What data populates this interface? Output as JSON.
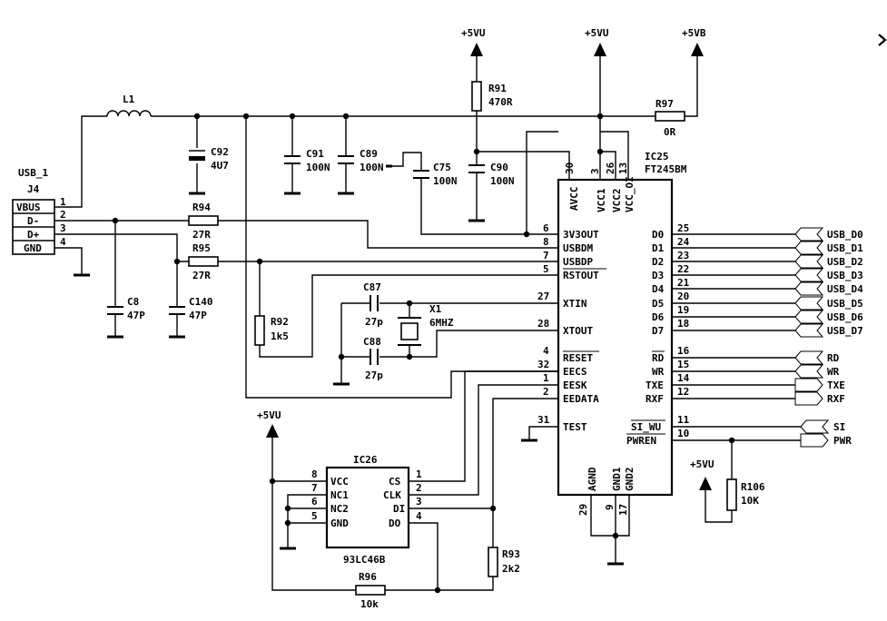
{
  "power": {
    "p5vu_a": "+5VU",
    "p5vu_b": "+5VU",
    "p5vb": "+5VB",
    "p5vu_ic26": "+5VU",
    "p5vu_r106": "+5VU"
  },
  "conn": {
    "name": "USB_1",
    "ref": "J4",
    "pins": [
      "VBUS",
      "D-",
      "D+",
      "GND"
    ],
    "nums": [
      "1",
      "2",
      "3",
      "4"
    ]
  },
  "L1": {
    "ref": "L1"
  },
  "C92": {
    "ref": "C92",
    "val": "4U7"
  },
  "C91": {
    "ref": "C91",
    "val": "100N"
  },
  "C89": {
    "ref": "C89",
    "val": "100N"
  },
  "C75": {
    "ref": "C75",
    "val": "100N"
  },
  "C90": {
    "ref": "C90",
    "val": "100N"
  },
  "R91": {
    "ref": "R91",
    "val": "470R"
  },
  "R97": {
    "ref": "R97",
    "val": "0R"
  },
  "R94": {
    "ref": "R94",
    "val": "27R"
  },
  "R95": {
    "ref": "R95",
    "val": "27R"
  },
  "C8": {
    "ref": "C8",
    "val": "47P"
  },
  "C140": {
    "ref": "C140",
    "val": "47P"
  },
  "R92": {
    "ref": "R92",
    "val": "1k5"
  },
  "C87": {
    "ref": "C87",
    "val": "27p"
  },
  "C88": {
    "ref": "C88",
    "val": "27p"
  },
  "X1": {
    "ref": "X1",
    "val": "6MHZ"
  },
  "R93": {
    "ref": "R93",
    "val": "2k2"
  },
  "R96": {
    "ref": "R96",
    "val": "10k"
  },
  "R106": {
    "ref": "R106",
    "val": "10K"
  },
  "IC25": {
    "ref": "IC25",
    "part": "FT245BM",
    "top_pins": [
      "AVCC",
      "VCC1",
      "VCC2",
      "VCC_OI"
    ],
    "top_nums": [
      "30",
      "3",
      "26",
      "13"
    ],
    "left_pins": [
      "3V3OUT",
      "USBDM",
      "USBDP",
      "RSTOUT",
      "XTIN",
      "XTOUT",
      "RESET",
      "EECS",
      "EESK",
      "EEDATA",
      "TEST"
    ],
    "left_nums": [
      "6",
      "8",
      "7",
      "5",
      "27",
      "28",
      "4",
      "32",
      "1",
      "2",
      "31"
    ],
    "right_pins": [
      "D0",
      "D1",
      "D2",
      "D3",
      "D4",
      "D5",
      "D6",
      "D7",
      "RD",
      "WR",
      "TXE",
      "RXF",
      "SI_WU",
      "PWREN"
    ],
    "right_nums": [
      "25",
      "24",
      "23",
      "22",
      "21",
      "20",
      "19",
      "18",
      "16",
      "15",
      "14",
      "12",
      "11",
      "10"
    ],
    "bottom_pins": [
      "AGND",
      "GND1",
      "GND2"
    ],
    "bottom_nums": [
      "29",
      "9",
      "17"
    ]
  },
  "IC26": {
    "ref": "IC26",
    "part": "93LC46B",
    "left_pins": [
      "VCC",
      "NC1",
      "NC2",
      "GND"
    ],
    "left_nums": [
      "8",
      "7",
      "6",
      "5"
    ],
    "right_pins": [
      "CS",
      "CLK",
      "DI",
      "DO"
    ],
    "right_nums": [
      "1",
      "2",
      "3",
      "4"
    ]
  },
  "nets": {
    "data": [
      "USB_D0",
      "USB_D1",
      "USB_D2",
      "USB_D3",
      "USB_D4",
      "USB_D5",
      "USB_D6",
      "USB_D7"
    ],
    "ctrl": [
      "RD",
      "WR",
      "TXE",
      "RXF"
    ],
    "si": "SI",
    "pwr": "PWR"
  }
}
